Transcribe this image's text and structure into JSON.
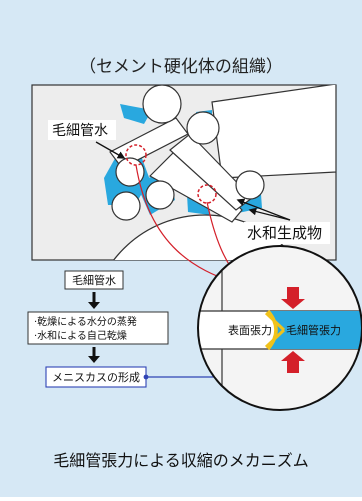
{
  "title": "（セメント硬化体の組織）",
  "labels": {
    "capillary_water": "毛細管水",
    "hydration_product": "水和生成物",
    "surface_tension": "表面張力",
    "capillary_tension": "毛細管張力"
  },
  "flow": {
    "step1": "毛細管水",
    "step2_line1": "·乾燥による水分の蒸発",
    "step2_line2": "·水和による自己乾燥",
    "step3": "メニスカスの形成"
  },
  "caption": "毛細管張力による収縮のメカニズム",
  "colors": {
    "background": "#d6e8f5",
    "water": "#29a8df",
    "arrow_red": "#d4202a",
    "arrow_blue": "#2f43b5",
    "meniscus_yellow": "#f1c21b"
  }
}
